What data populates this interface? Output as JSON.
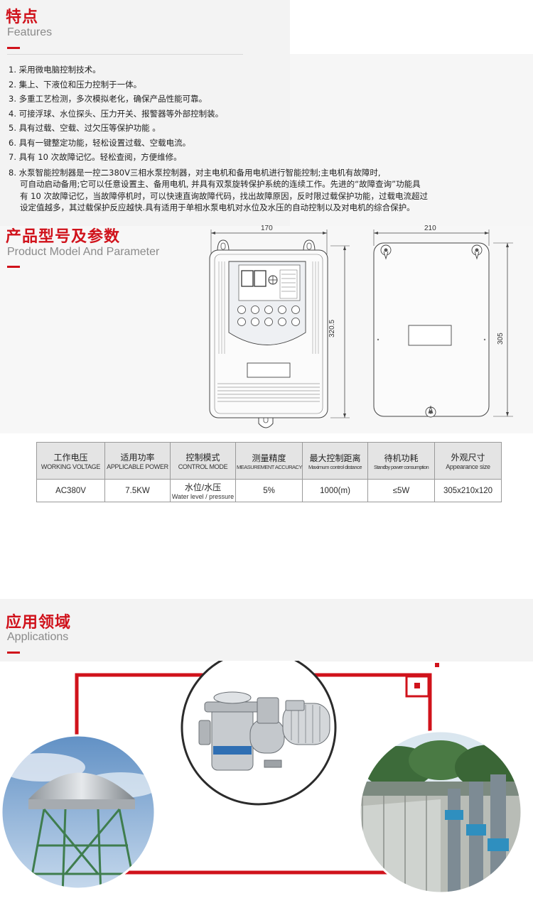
{
  "features": {
    "title_cn": "特点",
    "title_en": "Features",
    "items": [
      "1. 采用微电脑控制技术。",
      "2. 集上、下液位和压力控制于一体。",
      "3. 多重工艺检测，多次模拟老化，确保产品性能可靠。",
      "4. 可接浮球、水位探头、压力开关、报警器等外部控制装。",
      "5. 具有过载、空载、过欠压等保护功能 。",
      "6. 具有一键整定功能，轻松设置过载、空载电流。",
      "7. 具有 10 次故障记忆。轻松查阅，方便维修。"
    ],
    "item8": {
      "line1": "8. 水泵智能控制器是一控二380V三相水泵控制器，对主电机和备用电机进行智能控制;主电机有故障时,",
      "line2": "可自动启动备用;它可以任意设置主、备用电机, 并具有双泵旋转保护系统的连续工作。先进的“故障查询”功能具",
      "line3": "有 10 次故障记忆，当故障停机时，可以快速直询故障代码，找出故障原因，反时限过载保护功能，过载电流超过",
      "line4": "设定值越多，其过载保护反应越快.具有适用于单相水泵电机对水位及水压的自动控制以及对电机的综合保护。"
    }
  },
  "product": {
    "title_cn": "产品型号及参数",
    "title_en": "Product Model And Parameter",
    "dimensions": {
      "front_width": "170",
      "front_height": "320.5",
      "back_width": "210",
      "back_height": "305"
    }
  },
  "table": {
    "headers": [
      {
        "cn": "工作电压",
        "en": "WORKING VOLTAGE"
      },
      {
        "cn": "适用功率",
        "en": "APPLICABLE POWER"
      },
      {
        "cn": "控制模式",
        "en": "CONTROL MODE"
      },
      {
        "cn": "测量精度",
        "en": "MEASUREMENT ACCURACY"
      },
      {
        "cn": "最大控制距离",
        "en": "Maximum control distance"
      },
      {
        "cn": "待机功耗",
        "en": "Standby power consumption"
      },
      {
        "cn": "外观尺寸",
        "en": "Appearance size"
      }
    ],
    "row": {
      "voltage": "AC380V",
      "power": "7.5KW",
      "mode_cn": "水位/水压",
      "mode_en": "Water level / pressure",
      "accuracy": "5%",
      "distance": "1000(m)",
      "standby": "≤5W",
      "size": "305x210x120"
    }
  },
  "applications": {
    "title_cn": "应用领域",
    "title_en": "Applications"
  },
  "colors": {
    "accent_red": "#d0121b",
    "section_bg": "#f3f3f3",
    "table_header_bg": "#e4e4e4"
  }
}
